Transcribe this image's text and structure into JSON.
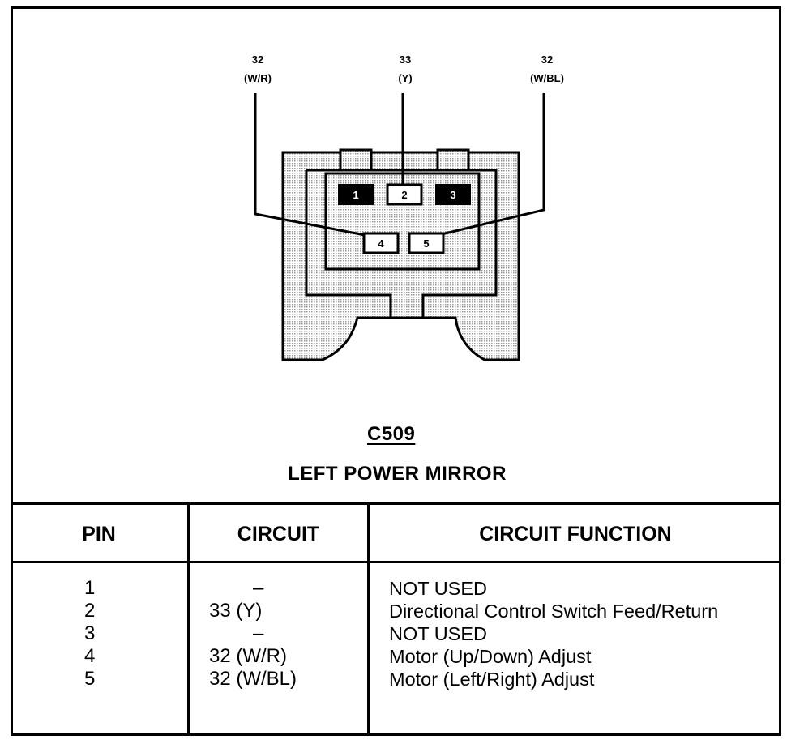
{
  "wires": [
    {
      "circuit": "32",
      "color": "(W/R)"
    },
    {
      "circuit": "33",
      "color": "(Y)"
    },
    {
      "circuit": "32",
      "color": "(W/BL)"
    }
  ],
  "pins": [
    "1",
    "2",
    "3",
    "4",
    "5"
  ],
  "connector": {
    "id": "C509",
    "title": "LEFT POWER MIRROR"
  },
  "table": {
    "headers": [
      "PIN",
      "CIRCUIT",
      "CIRCUIT FUNCTION"
    ],
    "rows": [
      {
        "pin": "1",
        "circuit": "–",
        "function": "NOT USED"
      },
      {
        "pin": "2",
        "circuit": "33 (Y)",
        "function": "Directional Control Switch Feed/Return"
      },
      {
        "pin": "3",
        "circuit": "–",
        "function": "NOT USED"
      },
      {
        "pin": "4",
        "circuit": "32 (W/R)",
        "function": "Motor (Up/Down) Adjust"
      },
      {
        "pin": "5",
        "circuit": "32 (W/BL)",
        "function": "Motor (Left/Right) Adjust"
      }
    ]
  }
}
